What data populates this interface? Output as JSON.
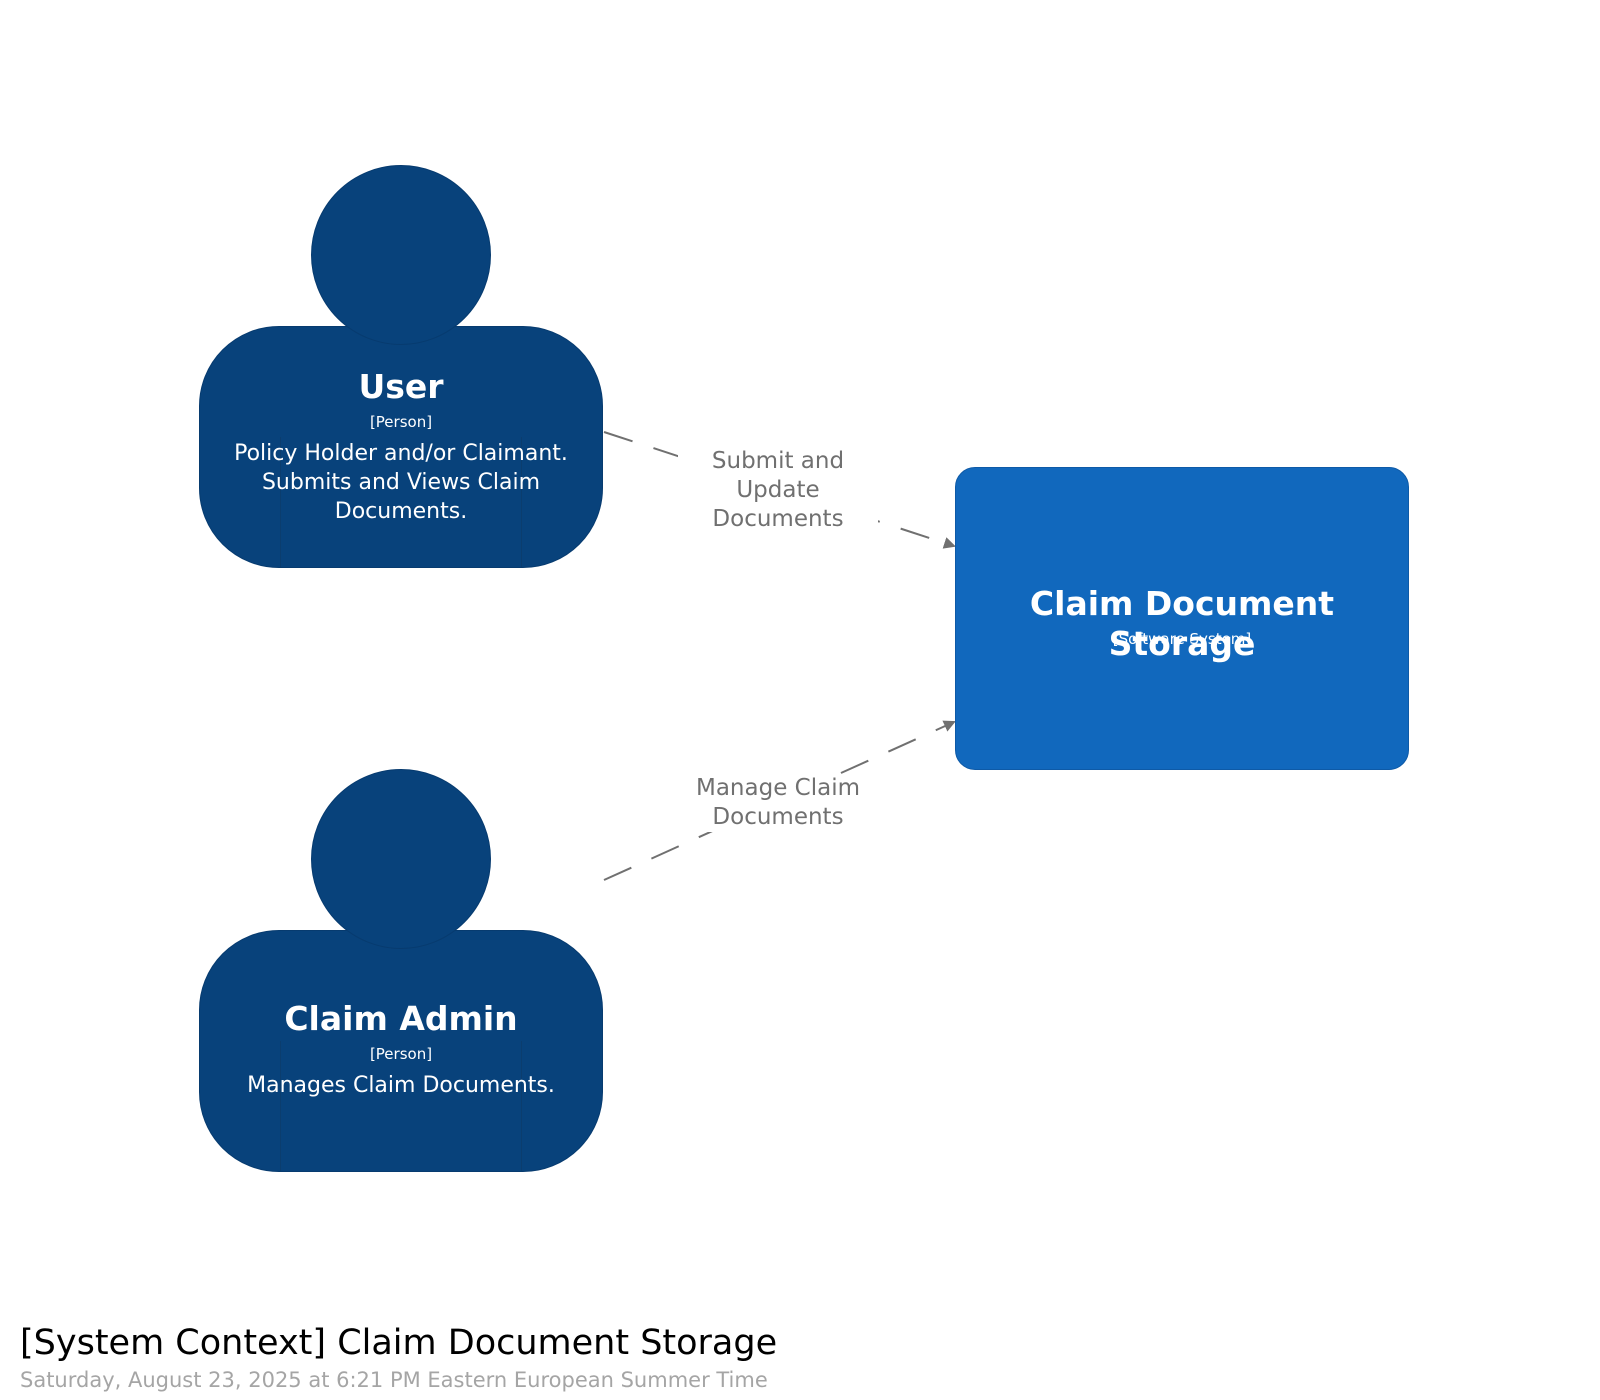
{
  "elements": {
    "user": {
      "name": "User",
      "type": "[Person]",
      "description_lines": [
        "Policy Holder and/or Claimant.",
        "Submits and Views Claim",
        "Documents."
      ]
    },
    "claim_admin": {
      "name": "Claim Admin",
      "type": "[Person]",
      "description_lines": [
        "Manages Claim Documents."
      ]
    },
    "system": {
      "name": "Claim Document Storage",
      "type": "[Software System]"
    }
  },
  "relationships": [
    {
      "from": "User",
      "to": "Claim Document Storage",
      "label_lines": [
        "Submit and",
        "Update",
        "Documents"
      ]
    },
    {
      "from": "Claim Admin",
      "to": "Claim Document Storage",
      "label_lines": [
        "Manage Claim",
        "Documents"
      ]
    }
  ],
  "footer": {
    "title": "[System Context] Claim Document Storage",
    "date": "Saturday, August 23, 2025 at 6:21 PM Eastern European Summer Time"
  },
  "colors": {
    "person": "#08427b",
    "software_system": "#1168bd",
    "relationship": "#707070",
    "footer_date": "#a5a5a5"
  }
}
